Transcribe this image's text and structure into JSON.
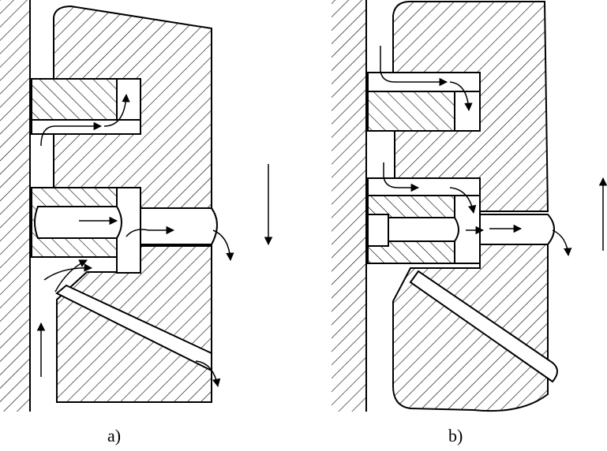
{
  "panels": [
    {
      "id": "a",
      "label": "a)",
      "motion_direction": "down"
    },
    {
      "id": "b",
      "label": "b)",
      "motion_direction": "up"
    }
  ],
  "colors": {
    "line": "#000000",
    "background": "#ffffff"
  },
  "hatch": {
    "style": "diagonal"
  }
}
